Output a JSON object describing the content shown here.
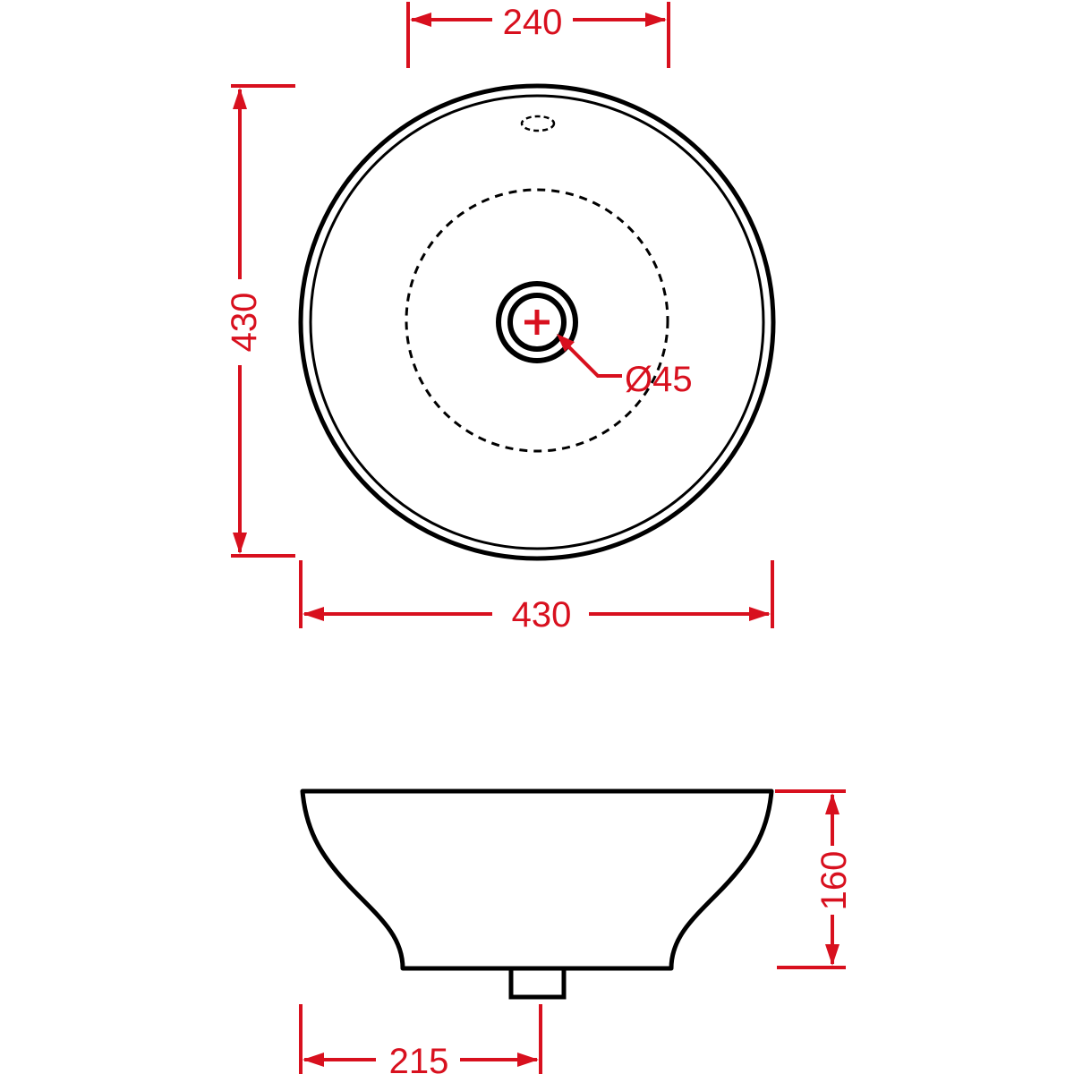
{
  "drawing": {
    "top_view": {
      "dim_width_inner": "240",
      "dim_height": "430",
      "dim_width": "430",
      "drain_diameter": "Ø45"
    },
    "side_view": {
      "dim_height": "160",
      "dim_drain_offset": "215"
    },
    "colors": {
      "outline": "#000000",
      "dimension": "#d8101e"
    }
  }
}
